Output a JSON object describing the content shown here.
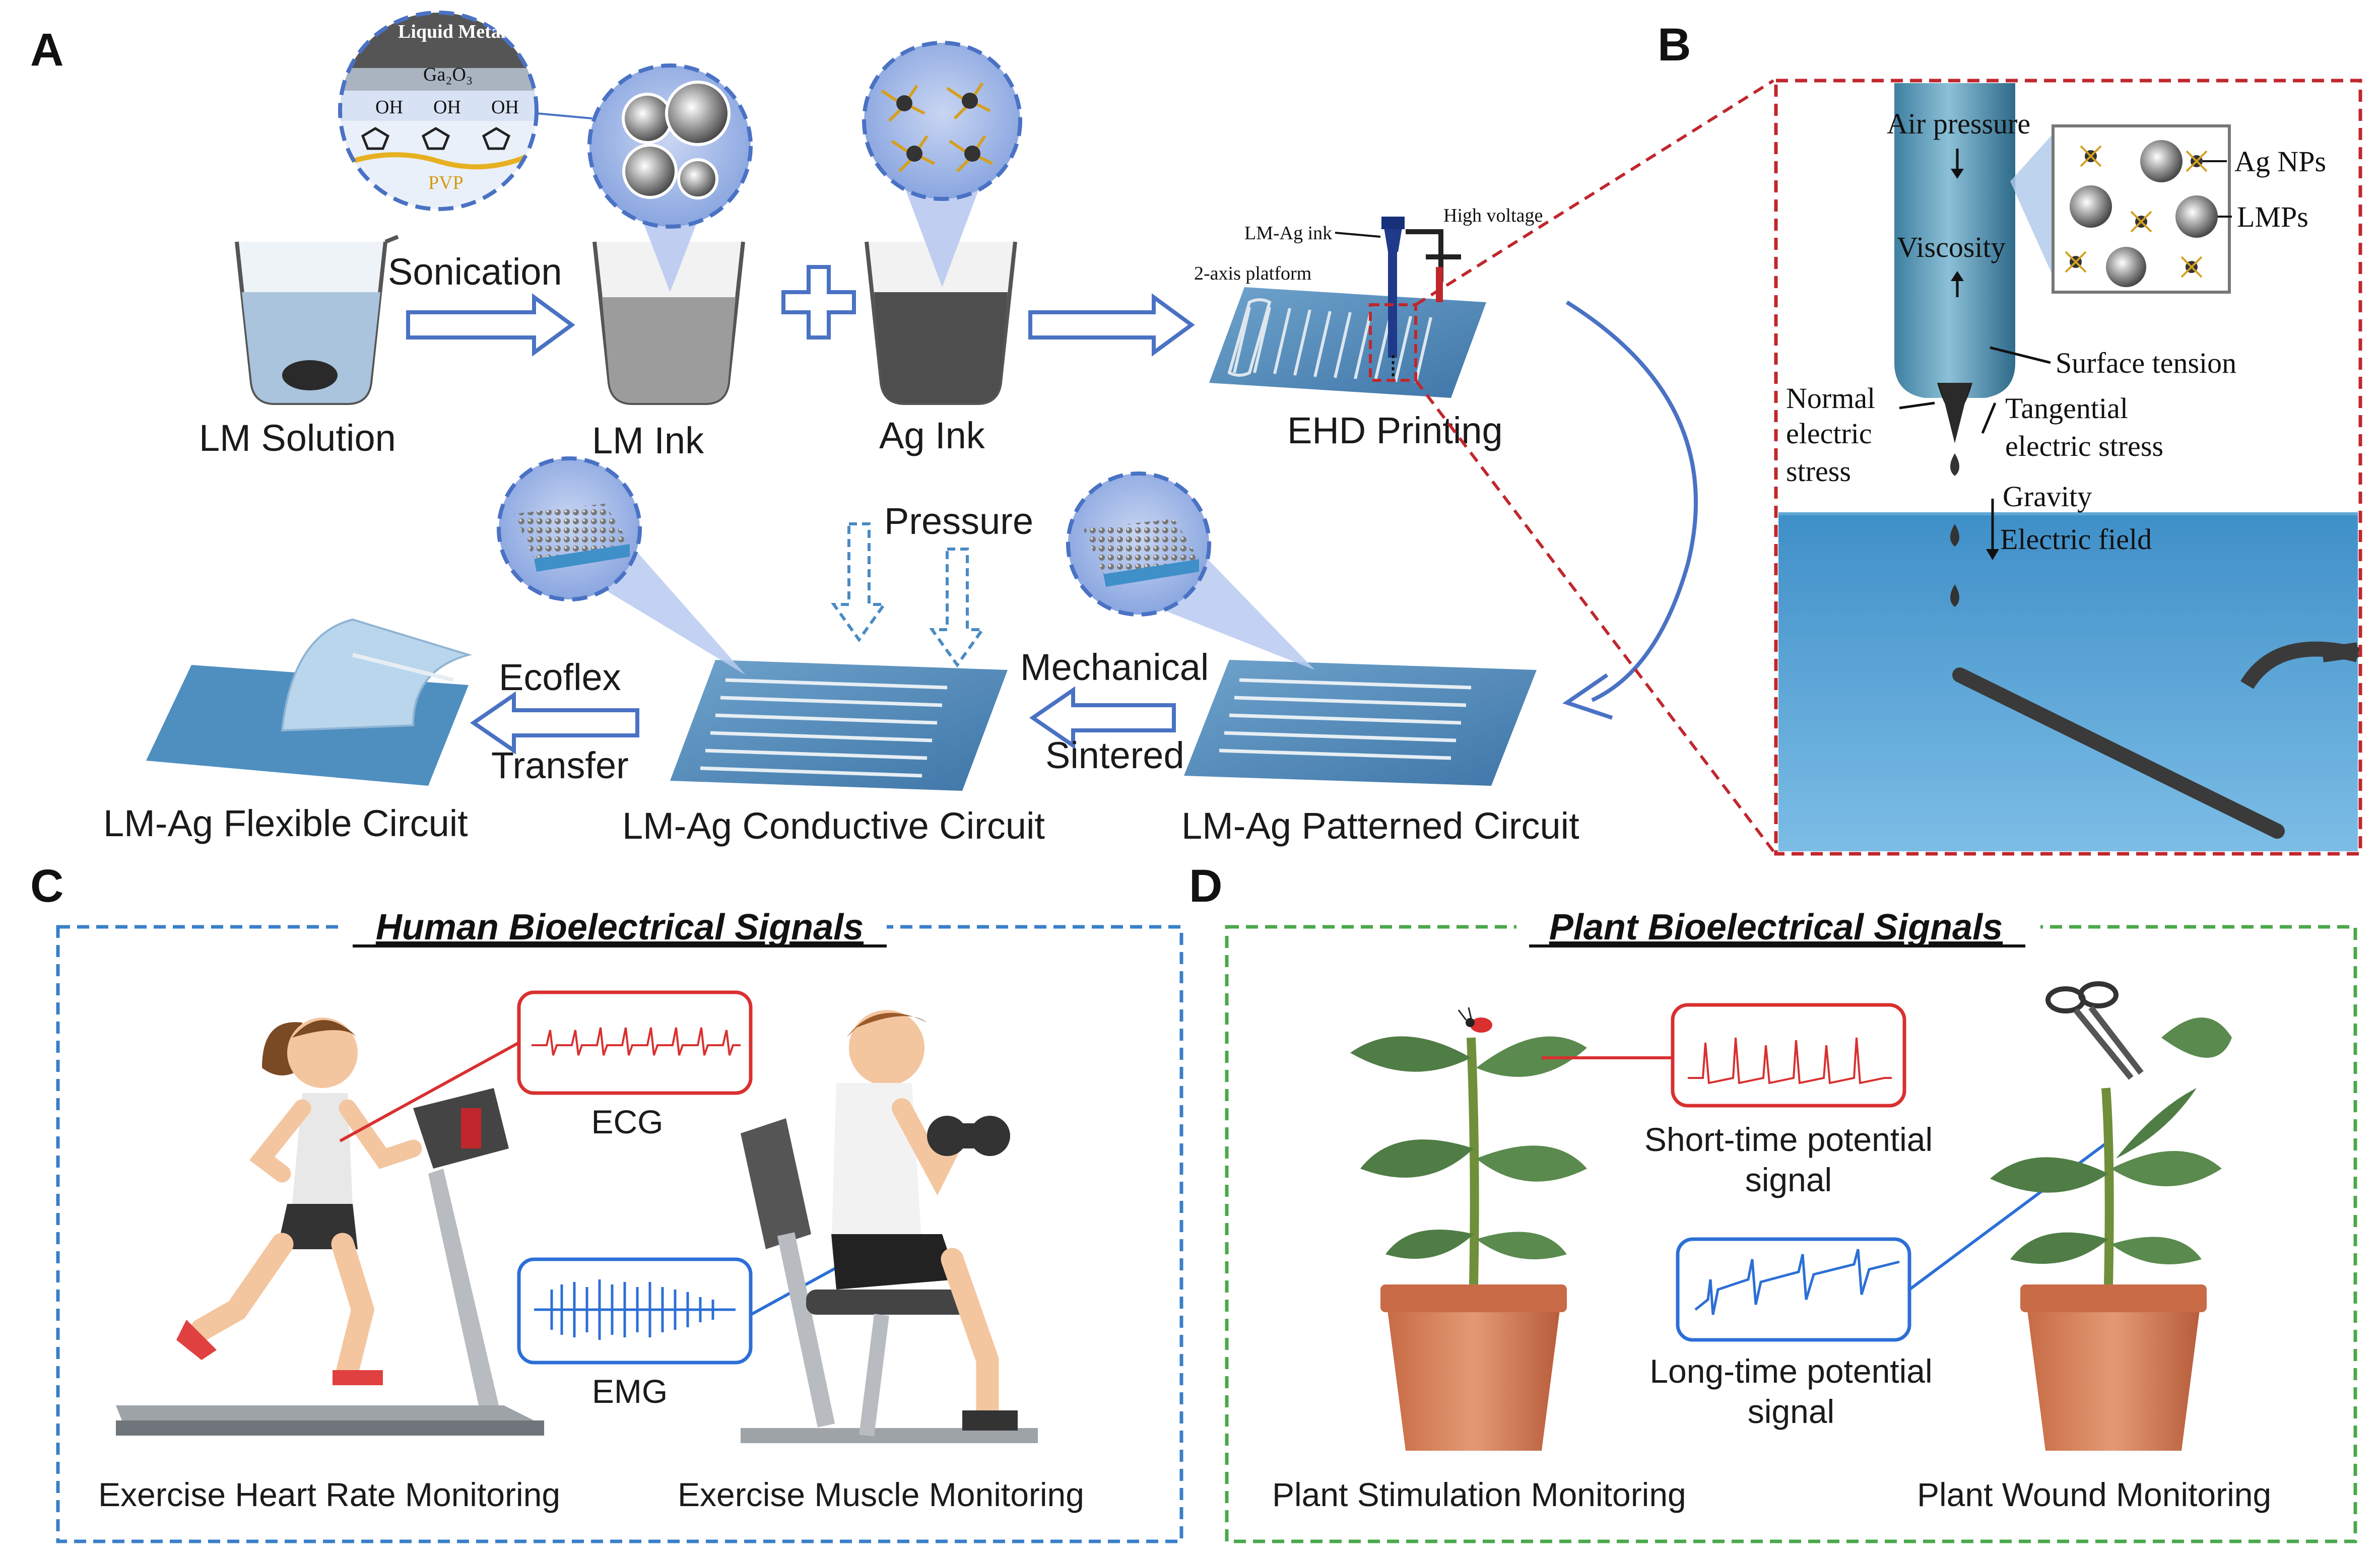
{
  "panels": {
    "a": "A",
    "b": "B",
    "c": "C",
    "d": "D"
  },
  "panel_a": {
    "lm_solution": "LM Solution",
    "sonication": "Sonication",
    "lm_ink": "LM Ink",
    "ag_ink": "Ag Ink",
    "ehd_printing": "EHD Printing",
    "lm_ag_ink": "LM-Ag ink",
    "high_voltage": "High voltage",
    "two_axis": "2-axis platform",
    "pressure": "Pressure",
    "mechanical": "Mechanical",
    "sintered": "Sintered",
    "ecoflex": "Ecoflex",
    "transfer": "Transfer",
    "flexible_circuit": "LM-Ag Flexible Circuit",
    "conductive_circuit": "LM-Ag Conductive Circuit",
    "patterned_circuit": "LM-Ag Patterned Circuit",
    "liquid_metal": "Liquid Metal",
    "ga2o3": "Ga₂O₃",
    "oh": "OH",
    "pvp": "PVP"
  },
  "panel_b": {
    "air_pressure": "Air pressure",
    "viscosity": "Viscosity",
    "ag_nps": "Ag NPs",
    "lmps": "LMPs",
    "surface_tension": "Surface tension",
    "normal_1": "Normal",
    "normal_2": "electric",
    "normal_3": "stress",
    "tangential_1": "Tangential",
    "tangential_2": "electric  stress",
    "gravity": "Gravity",
    "electric_field": "Electric  field"
  },
  "panel_c": {
    "title": "Human Bioelectrical Signals",
    "ecg": "ECG",
    "emg": "EMG",
    "heart": "Exercise Heart Rate Monitoring",
    "muscle": "Exercise Muscle Monitoring"
  },
  "panel_d": {
    "title": "Plant Bioelectrical Signals",
    "short_1": "Short-time potential",
    "short_2": "signal",
    "long_1": "Long-time potential",
    "long_2": "signal",
    "stimulation": "Plant Stimulation Monitoring",
    "wound": "Plant Wound Monitoring"
  },
  "colors": {
    "blue_arrow": "#4a72c4",
    "red_dash": "#c0272d",
    "blue_dash": "#3a7fc8",
    "green_dash": "#4aa84a",
    "ecg_red": "#d93030",
    "emg_blue": "#2c6fd6"
  }
}
